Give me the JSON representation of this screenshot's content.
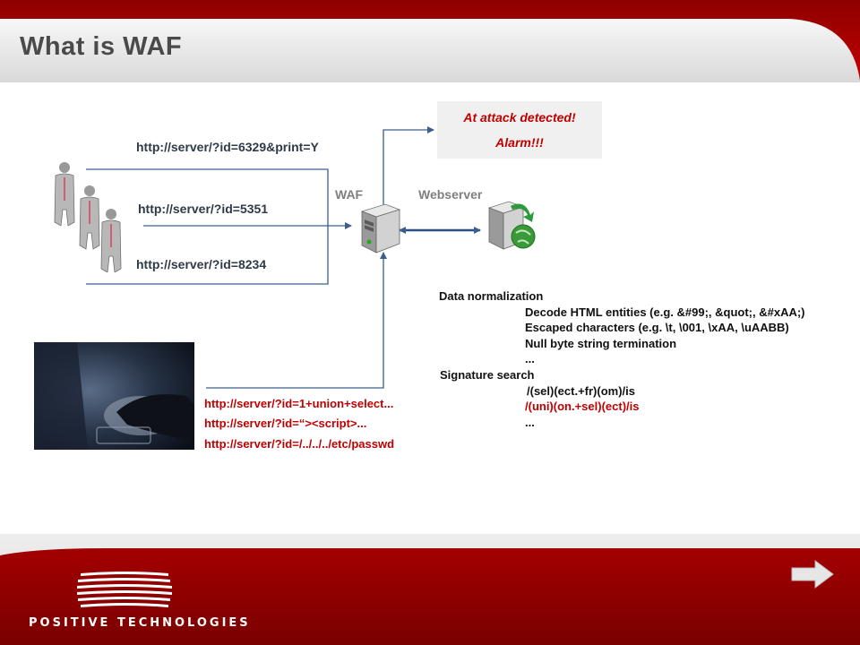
{
  "title": "What is WAF",
  "urls": {
    "u1": "http://server/?id=6329&print=Y",
    "u2": "http://server/?id=5351",
    "u3": "http://server/?id=8234"
  },
  "attacks": {
    "a1": "http://server/?id=1+union+select...",
    "a2": "http://server/?id=“><script>...",
    "a3": "http://server/?id=/../../../etc/passwd"
  },
  "labels": {
    "waf": "WAF",
    "webserver": "Webserver"
  },
  "alarm": {
    "line1": "At attack detected!",
    "line2": "Alarm!!!"
  },
  "info": {
    "normalization_title": "Data normalization",
    "normalization_items": [
      "Decode HTML entities (e.g. &#99;, &quot;, &#xAA;)",
      "Escaped characters (e.g. \\t, \\001, \\xAA, \\uAABB)",
      "Null byte string termination",
      "..."
    ],
    "signature_title": "Signature search",
    "signature_items": [
      "/(sel)(ect.+fr)(om)/is",
      "/(uni)(on.+sel)(ect)/is",
      "..."
    ]
  },
  "brand": "POSITIVE TECHNOLOGIES",
  "colors": {
    "brand_red": "#b00000",
    "text_dark": "#2f3a48",
    "alert_red": "#c00000"
  },
  "icons": [
    "user-icon",
    "waf-server-icon",
    "webserver-icon",
    "hacker-photo",
    "next-arrow-icon",
    "brand-logo"
  ]
}
